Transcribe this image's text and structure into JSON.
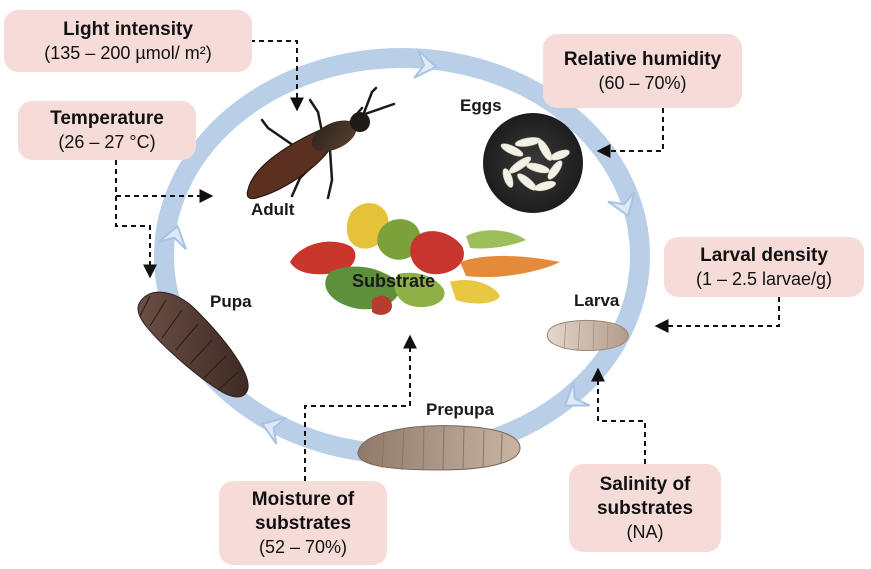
{
  "colors": {
    "cycle_ring": "#b9cfe8",
    "cycle_arrow": "#d4e2f3",
    "box_fill": "#f6dcd9",
    "connector": "#111111"
  },
  "factors": {
    "light": {
      "title": "Light intensity",
      "value": "(135 – 200 µmol/ m²)"
    },
    "humidity": {
      "title": "Relative humidity",
      "value": "(60 – 70%)"
    },
    "temperature": {
      "title": "Temperature",
      "value": "(26 – 27 °C)"
    },
    "larval_density": {
      "title": "Larval density",
      "value": "(1 – 2.5 larvae/g)"
    },
    "moisture": {
      "title_line1": "Moisture of",
      "title_line2": "substrates",
      "value": "(52 – 70%)"
    },
    "salinity": {
      "title_line1": "Salinity of",
      "title_line2": "substrates",
      "value": "(NA)"
    }
  },
  "stages": {
    "eggs": "Eggs",
    "adult": "Adult",
    "pupa": "Pupa",
    "larva": "Larva",
    "prepupa": "Prepupa",
    "substrate": "Substrate"
  }
}
